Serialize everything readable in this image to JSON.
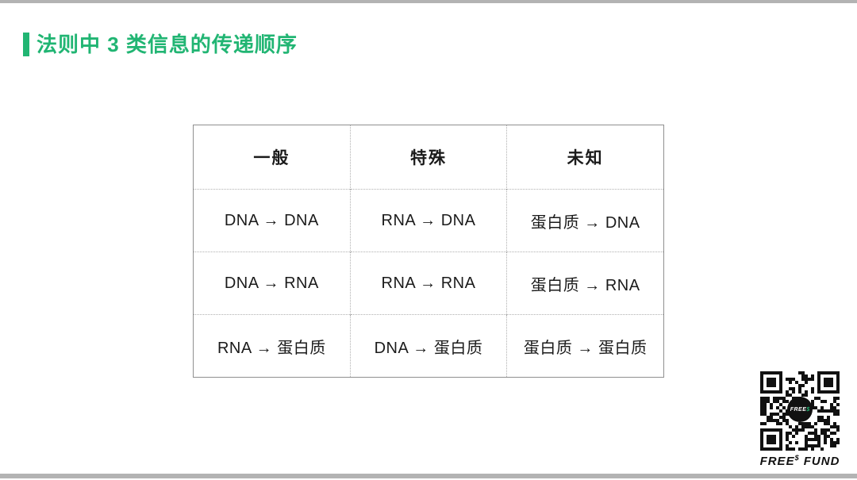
{
  "page": {
    "title": "法则中 3 类信息的传递顺序",
    "accent_color": "#21b573"
  },
  "table": {
    "headers": [
      "一般",
      "特殊",
      "未知"
    ],
    "rows": [
      [
        "DNA → DNA",
        "RNA → DNA",
        "蛋白质 → DNA"
      ],
      [
        "DNA → RNA",
        "RNA → RNA",
        "蛋白质 → RNA"
      ],
      [
        "RNA → 蛋白质",
        "DNA → 蛋白质",
        "蛋白质 → 蛋白质"
      ]
    ]
  },
  "qr": {
    "center_main": "FREE",
    "center_sym": "$",
    "caption_main": "FREE",
    "caption_sup": "$",
    "caption_end": "FUND"
  }
}
